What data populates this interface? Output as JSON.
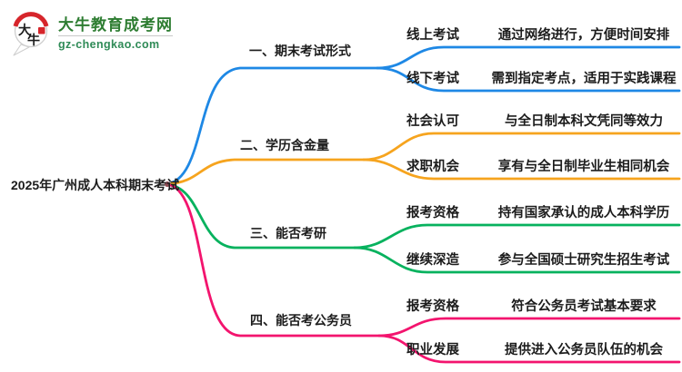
{
  "logo": {
    "brand": "大牛教育成考网",
    "domain": "gz-chengkao.com",
    "icon_char_top": "大",
    "icon_char_bottom": "牛"
  },
  "title": "2025年广州成人本科期末考试",
  "colors": {
    "branch1": "#1e88e5",
    "branch2": "#f6a41e",
    "branch3": "#07b25e",
    "branch4": "#f3146e",
    "center_dot": "#8d4a52",
    "brand_green": "#2e7d32",
    "domain_green": "#2f8b57",
    "seal_red": "#d6252b"
  },
  "branches": [
    {
      "label": "一、期末考试形式",
      "color": "#1e88e5",
      "children": [
        {
          "label": "线上考试",
          "desc": "通过网络进行，方便时间安排"
        },
        {
          "label": "线下考试",
          "desc": "需到指定考点，适用于实践课程"
        }
      ]
    },
    {
      "label": "二、学历含金量",
      "color": "#f6a41e",
      "children": [
        {
          "label": "社会认可",
          "desc": "与全日制本科文凭同等效力"
        },
        {
          "label": "求职机会",
          "desc": "享有与全日制毕业生相同机会"
        }
      ]
    },
    {
      "label": "三、能否考研",
      "color": "#07b25e",
      "children": [
        {
          "label": "报考资格",
          "desc": "持有国家承认的成人本科学历"
        },
        {
          "label": "继续深造",
          "desc": "参与全国硕士研究生招生考试"
        }
      ]
    },
    {
      "label": "四、能否考公务员",
      "color": "#f3146e",
      "children": [
        {
          "label": "报考资格",
          "desc": "符合公务员考试基本要求"
        },
        {
          "label": "职业发展",
          "desc": "提供进入公务员队伍的机会"
        }
      ]
    }
  ]
}
